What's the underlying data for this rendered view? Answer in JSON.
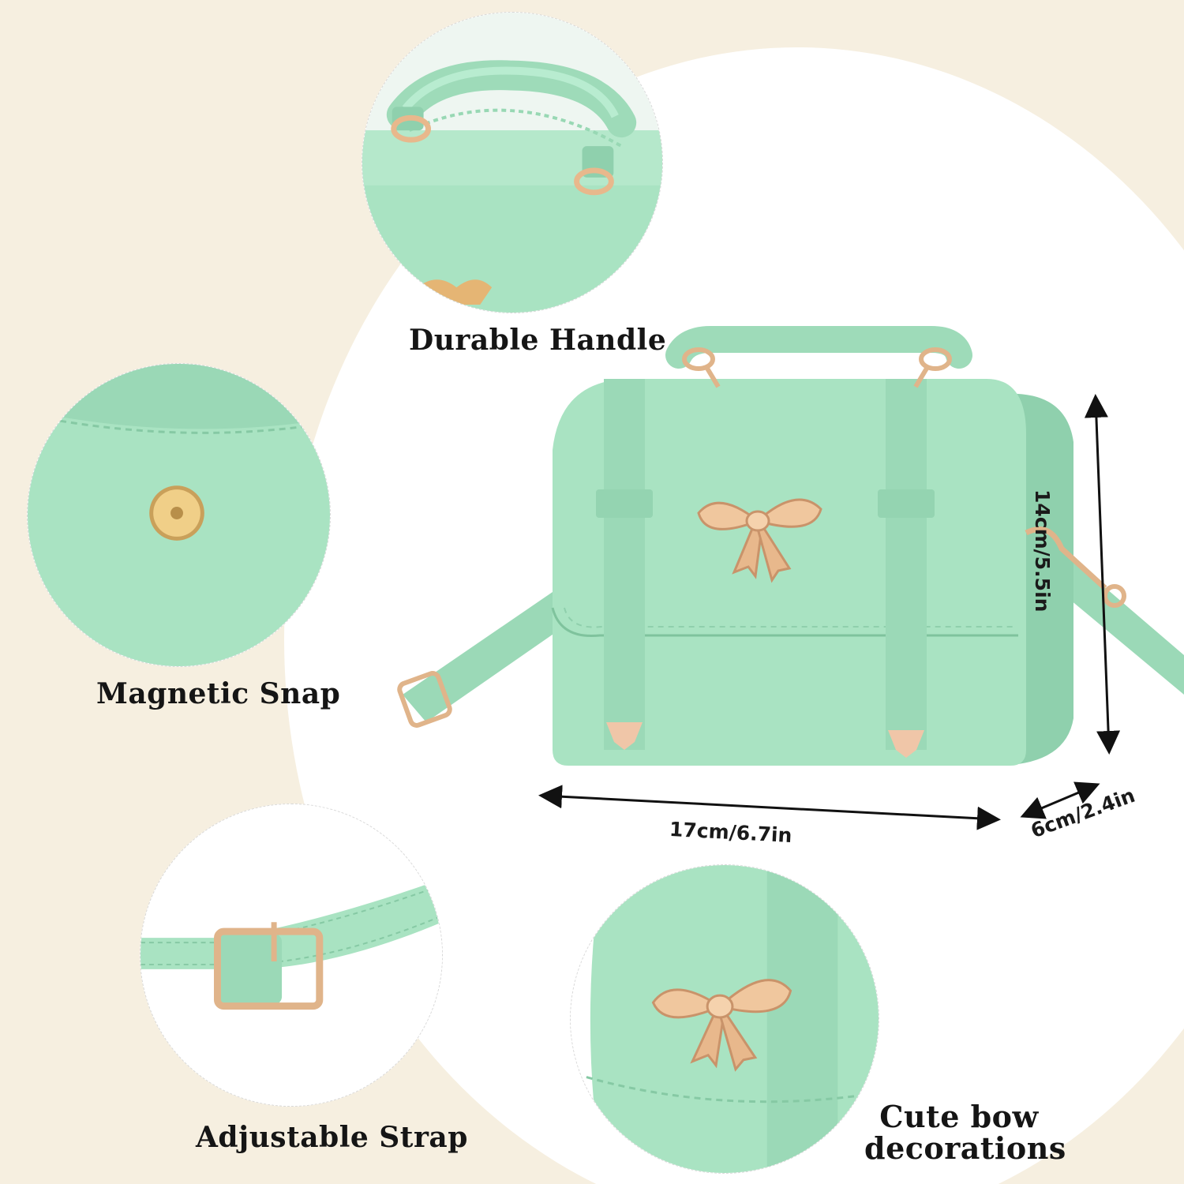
{
  "colors": {
    "background": "#f6efe0",
    "bag_green": "#a9e3c2",
    "bag_green_dark": "#8fd0ad",
    "hardware_gold": "#e8b88c",
    "text": "#151515"
  },
  "features": {
    "handle": {
      "label": "Durable Handle",
      "icon": "handle-closeup"
    },
    "snap": {
      "label": "Magnetic Snap",
      "icon": "magnetic-snap-closeup"
    },
    "strap": {
      "label": "Adjustable Strap",
      "icon": "strap-buckle-closeup"
    },
    "bow": {
      "label_line1": "Cute bow",
      "label_line2": "decorations",
      "icon": "bow-closeup"
    }
  },
  "dimensions": {
    "height": "14cm/5.5in",
    "width": "17cm/6.7in",
    "depth": "6cm/2.4in"
  }
}
